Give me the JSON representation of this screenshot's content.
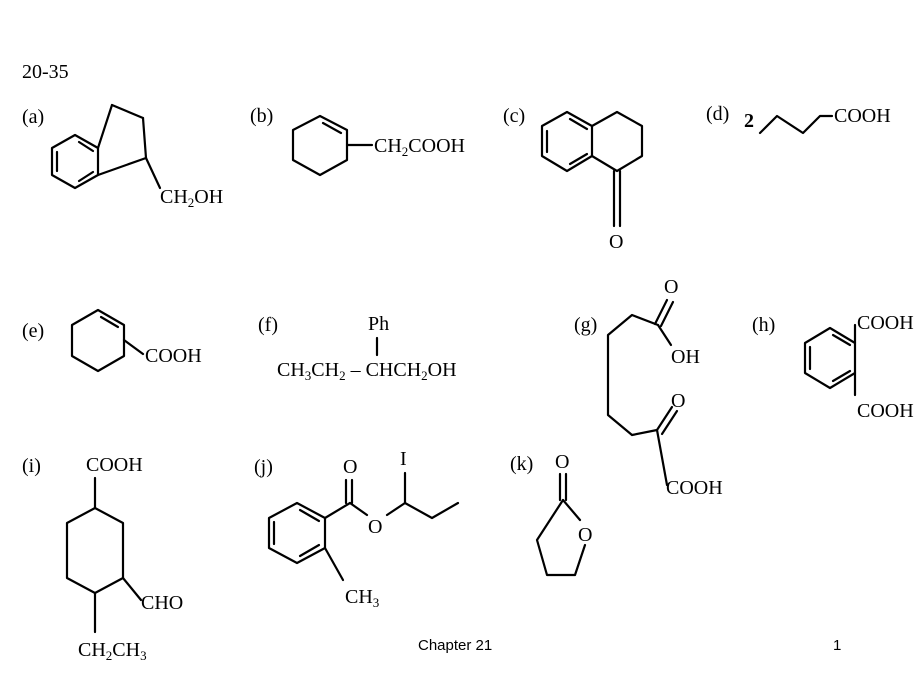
{
  "slide": {
    "problem_number": "20-35",
    "footer_text": "Chapter 21",
    "page_number": "1"
  },
  "structures": {
    "a": {
      "label": "(a)",
      "group": "CH2OH"
    },
    "b": {
      "label": "(b)",
      "group": "CH2COOH"
    },
    "c": {
      "label": "(c)",
      "oxygen": "O"
    },
    "d": {
      "label": "(d)",
      "prefix": "2",
      "group": "COOH"
    },
    "e": {
      "label": "(e)",
      "group": "COOH"
    },
    "f": {
      "label": "(f)",
      "top": "Ph",
      "formula": "CH3CH2 – CHCH2OH"
    },
    "g": {
      "label": "(g)",
      "o_top": "O",
      "oh": "OH",
      "o_mid": "O",
      "cooh": "COOH"
    },
    "h": {
      "label": "(h)",
      "cooh_top": "COOH",
      "cooh_bottom": "COOH"
    },
    "i": {
      "label": "(i)",
      "cooh": "COOH",
      "cho": "CHO",
      "ethyl": "CH2CH3"
    },
    "j": {
      "label": "(j)",
      "o_carbonyl": "O",
      "o_ester": "O",
      "ch3": "CH3",
      "branch": "I"
    },
    "k": {
      "label": "(k)",
      "o_carbonyl": "O",
      "o_ring": "O"
    }
  }
}
